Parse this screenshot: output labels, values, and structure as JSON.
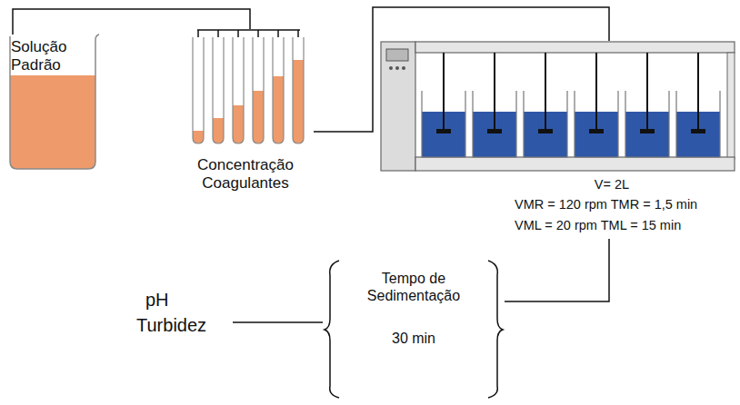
{
  "diagram": {
    "nodes": [
      {
        "text": [
          "Solução Padrão"
        ]
      },
      {
        "text": [
          "Concentração Coagulantes"
        ]
      },
      {
        "text": [
          "V= 2L",
          "VMR = 120 rpm TMR = 1,5 min",
          "VML = 20 rpm TML = 15 min"
        ]
      },
      {
        "text": [
          "Tempo de Sedimentação",
          "30 min"
        ]
      },
      {
        "text": [
          "pH",
          "Turbidez"
        ]
      }
    ],
    "edges": [
      {
        "from": 0,
        "to": 1,
        "arrow": "none"
      },
      {
        "from": 1,
        "to": 2,
        "arrow": "none"
      },
      {
        "from": 2,
        "to": 3,
        "arrow": "none"
      },
      {
        "from": 3,
        "to": 4,
        "arrow": "none"
      }
    ]
  }
}
